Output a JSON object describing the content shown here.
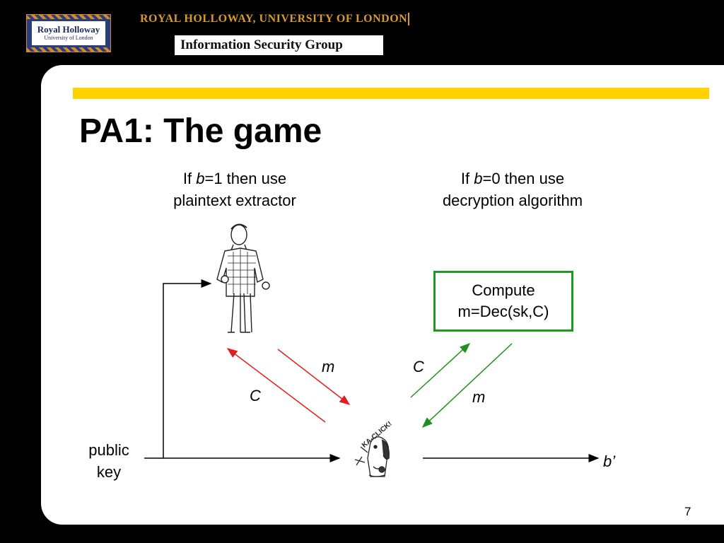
{
  "header": {
    "logo_line1": "Royal Holloway",
    "logo_line2": "University of London",
    "university": "ROYAL HOLLOWAY, UNIVERSITY OF LONDON",
    "group": "Information Security Group"
  },
  "slide": {
    "title": "PA1: The game",
    "left_caption": {
      "if": "If ",
      "var": "b",
      "rest": "=1 then use",
      "line2": "plaintext extractor"
    },
    "right_caption": {
      "if": "If ",
      "var": "b",
      "rest": "=0 then use",
      "line2": "decryption algorithm"
    },
    "compute_box": {
      "line1": "Compute",
      "line2": "m=Dec(sk,C)"
    },
    "labels": {
      "m_left": "m",
      "c_left": "C",
      "c_right": "C",
      "m_right": "m",
      "output": "b’",
      "public": "public",
      "key": "key"
    },
    "page_number": "7"
  },
  "colors": {
    "accent_yellow": "#ffd200",
    "logo_gold": "#d99a2a",
    "box_green": "#1f9a1f",
    "arrow_red": "#e02020",
    "arrow_green": "#1f8f1f"
  },
  "icons": [
    "extractor-man-icon",
    "adversary-dog-icon"
  ],
  "dog_caption": "KA-CLICK!"
}
